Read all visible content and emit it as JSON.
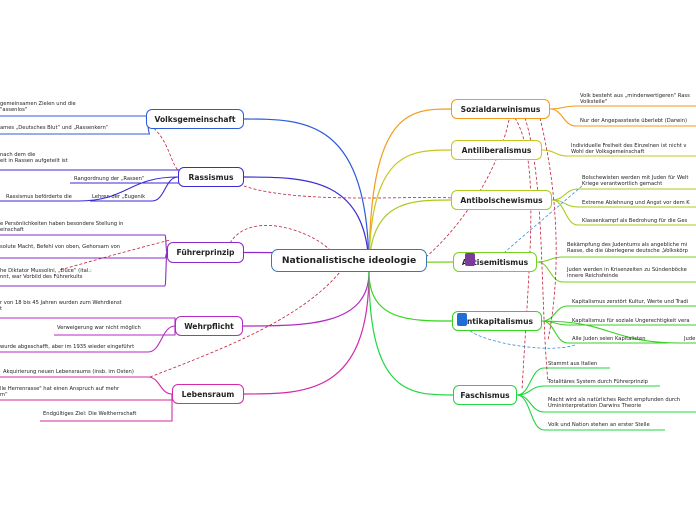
{
  "central": "Nationalistische ideologie",
  "left_topics": {
    "volksgemeinschaft": {
      "label": "Volksgemeinschaft",
      "color": "#2d5bdc",
      "leaves": [
        "gemeinsamen Zielen und die\n\"assenlos\"",
        "ames „Deutsches Blut“ und „Rassenkern“"
      ]
    },
    "rassismus": {
      "label": "Rassismus",
      "color": "#3b2bd4",
      "leaves": [
        "nach dem die\neit in Rassen aufgeteilt ist",
        "Rangordnung der „Rassen“",
        "Lehren der „Eugenik",
        "Rassismus beförderte die"
      ]
    },
    "fuehrerprinzip": {
      "label": "Führerprinzip",
      "color": "#8a2bc9",
      "leaves": [
        "e Persönlichkeiten haben besondere Stellung in\neinschaft",
        "solute Macht, Befehl von oben, Gehorsam von",
        "he Diktator Mussolini, „Duce“ (ital.:\nnnt, war Vorbild des Führerkults"
      ]
    },
    "wehrpflicht": {
      "label": "Wehrpflicht",
      "color": "#b529c4",
      "leaves": [
        "r von 18 bis 45 Jahren wurden zum Wehrdienst\nt",
        "Verweigerung war nicht möglich",
        "wurde abgeschafft, aber im 1935 wieder eingeführt"
      ]
    },
    "lebensraum": {
      "label": "Lebensraum",
      "color": "#d42aa8",
      "leaves": [
        "Akquirierung neuen Lebensraums (insb. im Osten)",
        "lle Herrenrasse\" hat einen Anspruch auf mehr\nm“",
        "Endgültiges Ziel: Die Weltherrschaft"
      ]
    }
  },
  "right_topics": {
    "sozialdarwinismus": {
      "label": "Sozialdarwinismus",
      "color": "#f39a18",
      "leaves": [
        "Volk besteht aus „minderwertigeren\" Rass\nVolksteile\"",
        "Nur der Angepassteste überlebt (Darwin)"
      ]
    },
    "antiliberalismus": {
      "label": "Antiliberalismus",
      "color": "#c9c61b",
      "leaves": [
        "Individuelle Freiheit des Einzelnen ist nicht v\nWohl der Volksgemeinschaft"
      ]
    },
    "antibolschewismus": {
      "label": "Antibolschewismus",
      "color": "#aacb1e",
      "leaves": [
        "Bolschewisten werden mit Juden für Welt\nKriege verantwortlich gemacht",
        "Extreme Ablehnung und Angst vor dem K",
        "Klassenkampf als Bedrohung für die Ges"
      ]
    },
    "antisemitismus": {
      "label": "Antisemitismus",
      "color": "#74d21e",
      "leaves": [
        "Bekämpfung des Judentums als angebliche mi\nRasse, die die überlegene deutsche „Volkskörp",
        "Juden werden in Krisenzeiten zu Sündenböcke\ninnere Reichsfeinde"
      ]
    },
    "antikapitalismus": {
      "label": "Antikapitalismus",
      "color": "#38d220",
      "leaves": [
        "Kapitalismus zerstört Kultur, Werte und Tradi",
        "Kapitalismus für soziale Ungerechtigkeit vera",
        "Alle Juden seien Kapitalisten",
        "Jude"
      ]
    },
    "faschismus": {
      "label": "Faschismus",
      "color": "#22d640",
      "leaves": [
        "Stammt aus Italien",
        "Totalitäres System durch Führerprinzip",
        "Macht wird als natürliches Recht empfunden durch\nUmininterpretation Darwins Theorie",
        "Volk und Nation stehen an erster Stelle"
      ]
    }
  },
  "icons": {
    "antisemitismus": "purple-box-icon",
    "antikapitalismus": "blue-box-icon"
  },
  "colors": {
    "central_border": "#3a78b0",
    "relation": "#c0203a",
    "relation_blue": "#3a8ed8"
  }
}
